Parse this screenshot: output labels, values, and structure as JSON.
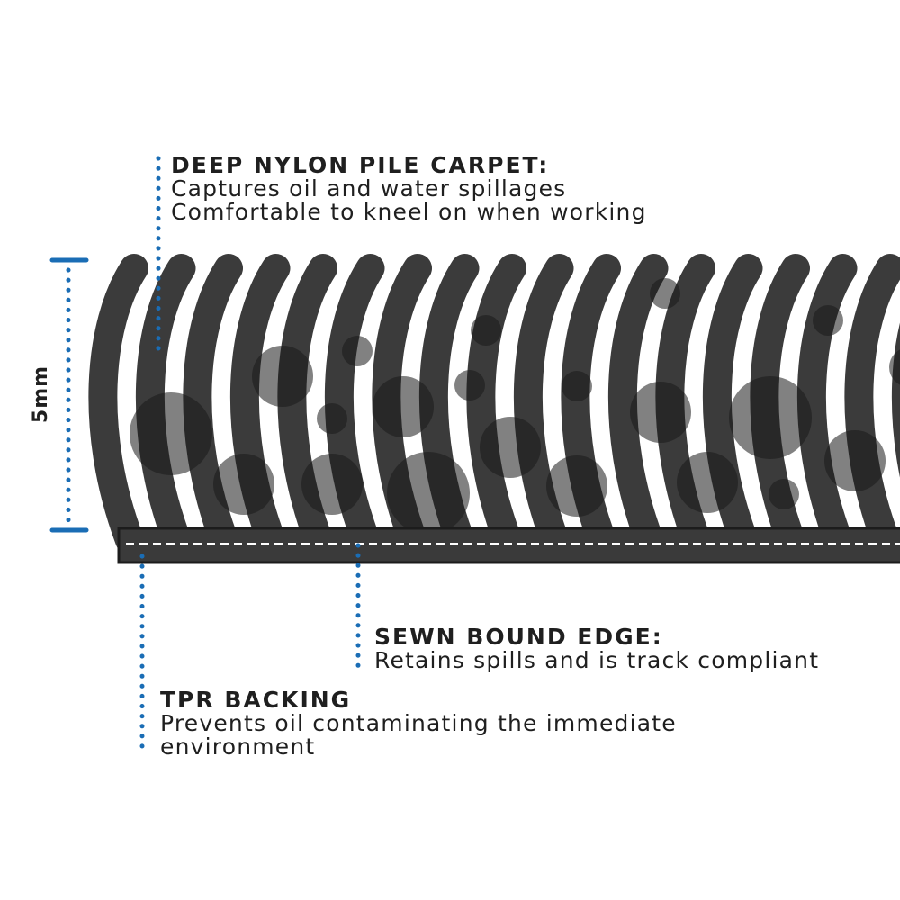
{
  "labels": {
    "carpet": {
      "title": "DEEP NYLON PILE CARPET:",
      "lines": [
        "Captures oil and water spillages",
        "Comfortable to kneel on when working"
      ]
    },
    "edge": {
      "title": "SEWN BOUND EDGE:",
      "lines": [
        "Retains spills and is track compliant"
      ]
    },
    "backing": {
      "title": "TPR BACKING",
      "lines": [
        "Prevents oil contaminating the immediate",
        "environment"
      ]
    }
  },
  "dimension": {
    "text": "5mm"
  },
  "colors": {
    "pile": "#3b3b3b",
    "backing": "#3a3a3a",
    "leader": "#1a6db5",
    "text": "#1f1f1f",
    "stitch": "#ffffff"
  }
}
